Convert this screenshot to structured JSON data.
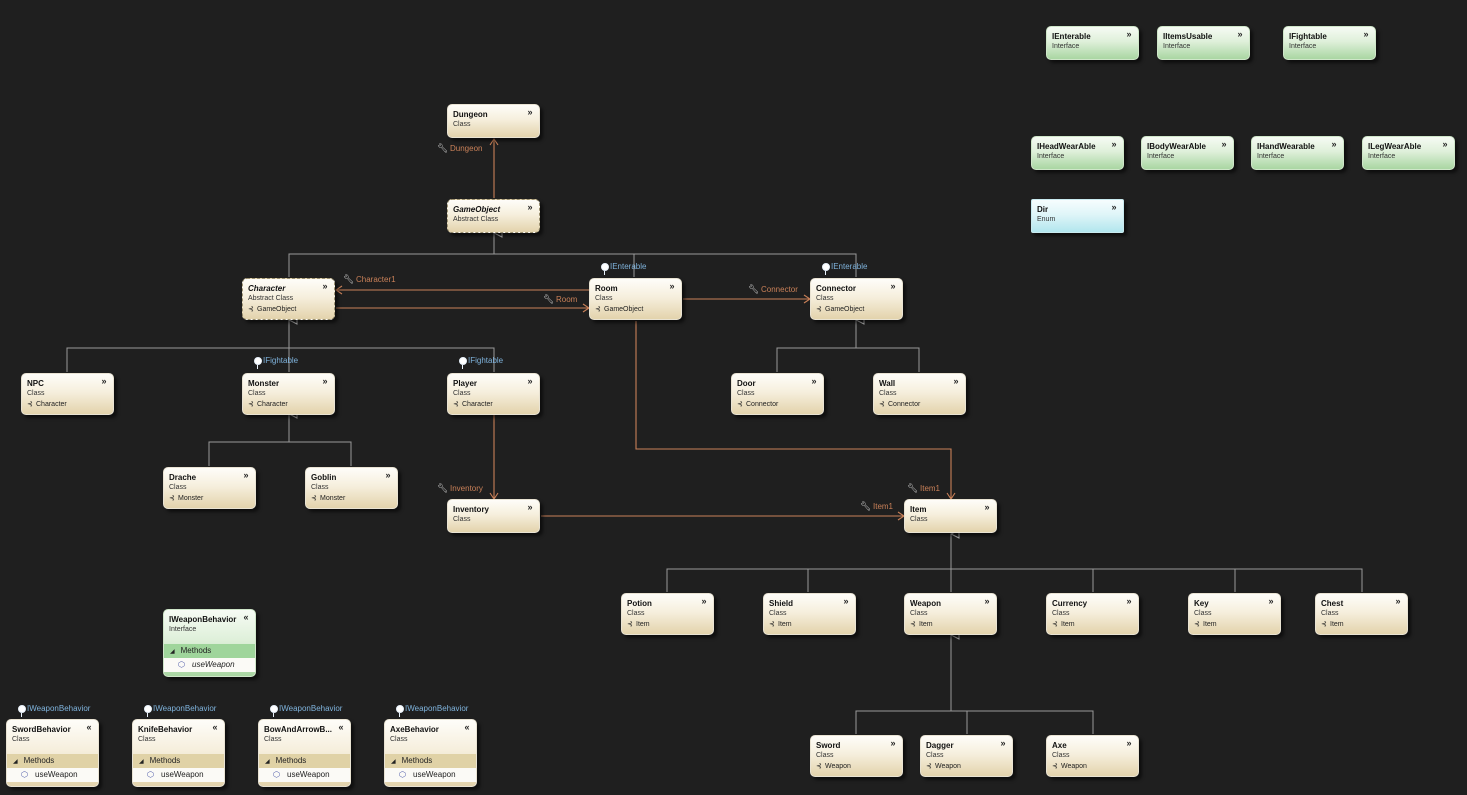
{
  "ui": {
    "chevron_down": "»",
    "chevron_up": "«",
    "section_triangle": "◢",
    "member_icon": "cube-icon",
    "association_icon": "wrench-icon",
    "colors": {
      "background": "#1f1f1f",
      "class_fill": "#f6efdd",
      "interface_fill": "#dff0da",
      "enum_fill": "#dff5f8",
      "inheritance_line": "#9a9a9a",
      "association_line": "#c98058",
      "lollipop_text": "#7fb3dc"
    }
  },
  "classes": {
    "ienterable": {
      "name": "IEnterable",
      "kind": "Interface"
    },
    "iitemsusable": {
      "name": "IItemsUsable",
      "kind": "Interface"
    },
    "ifightable": {
      "name": "IFightable",
      "kind": "Interface"
    },
    "iheadwearable": {
      "name": "IHeadWearAble",
      "kind": "Interface"
    },
    "ibodywearable": {
      "name": "IBodyWearAble",
      "kind": "Interface"
    },
    "ihandwearable": {
      "name": "IHandWearable",
      "kind": "Interface"
    },
    "ilegwearable": {
      "name": "ILegWearAble",
      "kind": "Interface"
    },
    "dir": {
      "name": "Dir",
      "kind": "Enum"
    },
    "dungeon": {
      "name": "Dungeon",
      "kind": "Class"
    },
    "gameobject": {
      "name": "GameObject",
      "kind": "Abstract Class"
    },
    "character": {
      "name": "Character",
      "kind": "Abstract Class",
      "base": "GameObject"
    },
    "room": {
      "name": "Room",
      "kind": "Class",
      "base": "GameObject"
    },
    "connector": {
      "name": "Connector",
      "kind": "Class",
      "base": "GameObject"
    },
    "npc": {
      "name": "NPC",
      "kind": "Class",
      "base": "Character"
    },
    "monster": {
      "name": "Monster",
      "kind": "Class",
      "base": "Character"
    },
    "player": {
      "name": "Player",
      "kind": "Class",
      "base": "Character"
    },
    "door": {
      "name": "Door",
      "kind": "Class",
      "base": "Connector"
    },
    "wall": {
      "name": "Wall",
      "kind": "Class",
      "base": "Connector"
    },
    "drache": {
      "name": "Drache",
      "kind": "Class",
      "base": "Monster"
    },
    "goblin": {
      "name": "Goblin",
      "kind": "Class",
      "base": "Monster"
    },
    "inventory": {
      "name": "Inventory",
      "kind": "Class"
    },
    "item": {
      "name": "Item",
      "kind": "Class"
    },
    "potion": {
      "name": "Potion",
      "kind": "Class",
      "base": "Item"
    },
    "shield": {
      "name": "Shield",
      "kind": "Class",
      "base": "Item"
    },
    "weapon": {
      "name": "Weapon",
      "kind": "Class",
      "base": "Item"
    },
    "currency": {
      "name": "Currency",
      "kind": "Class",
      "base": "Item"
    },
    "key": {
      "name": "Key",
      "kind": "Class",
      "base": "Item"
    },
    "chest": {
      "name": "Chest",
      "kind": "Class",
      "base": "Item"
    },
    "sword": {
      "name": "Sword",
      "kind": "Class",
      "base": "Weapon"
    },
    "dagger": {
      "name": "Dagger",
      "kind": "Class",
      "base": "Weapon"
    },
    "axe": {
      "name": "Axe",
      "kind": "Class",
      "base": "Weapon"
    },
    "iweaponbehavior": {
      "name": "IWeaponBehavior",
      "kind": "Interface",
      "section": "Methods",
      "member": "useWeapon"
    },
    "swordbehavior": {
      "name": "SwordBehavior",
      "kind": "Class",
      "section": "Methods",
      "member": "useWeapon"
    },
    "knifebehavior": {
      "name": "KnifeBehavior",
      "kind": "Class",
      "section": "Methods",
      "member": "useWeapon"
    },
    "bowandarrowbehavior": {
      "name": "BowAndArrowB...",
      "kind": "Class",
      "section": "Methods",
      "member": "useWeapon"
    },
    "axebehavior": {
      "name": "AxeBehavior",
      "kind": "Class",
      "section": "Methods",
      "member": "useWeapon"
    }
  },
  "associations": {
    "dungeon": "Dungeon",
    "character1": "Character1",
    "room": "Room",
    "connector": "Connector",
    "inventory": "Inventory",
    "item1_top": "Item1",
    "item1_left": "Item1"
  },
  "lollipops": {
    "room": "IEnterable",
    "connector": "IEnterable",
    "monster": "IFightable",
    "player": "IFightable",
    "swordbehavior": "IWeaponBehavior",
    "knifebehavior": "IWeaponBehavior",
    "bowandarrowbehavior": "IWeaponBehavior",
    "axebehavior": "IWeaponBehavior"
  }
}
